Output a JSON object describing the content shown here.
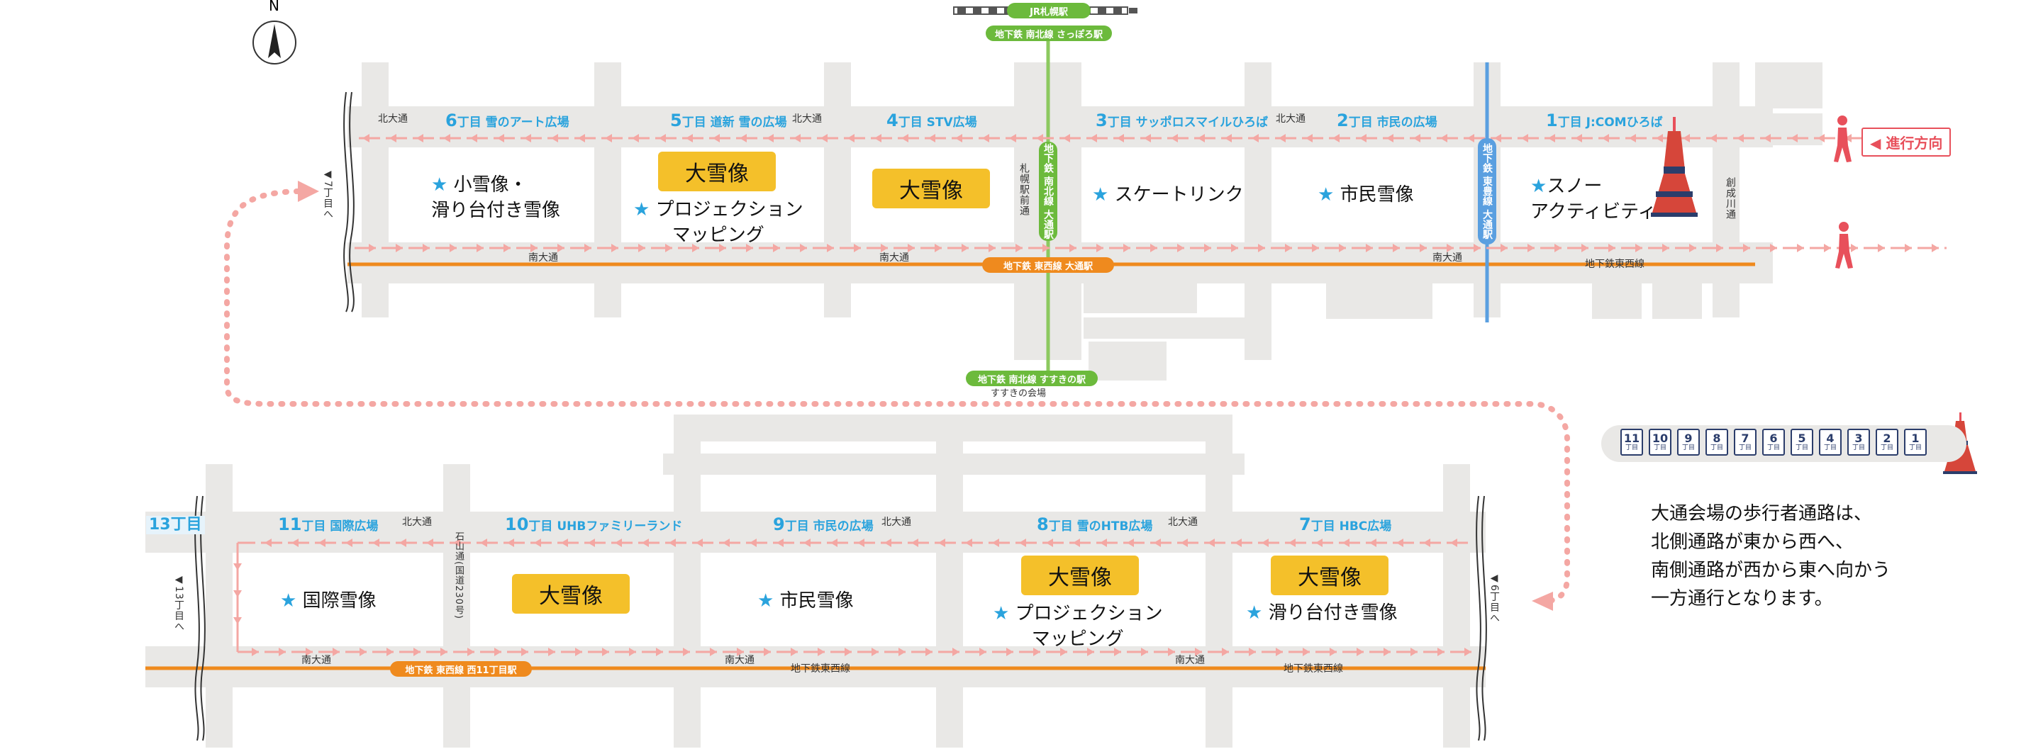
{
  "compass": {
    "label": "N"
  },
  "stations": {
    "jr_sapporo": "JR札幌駅",
    "namboku_sapporo": "地下鉄 南北線 さっぽろ駅",
    "namboku_odori": "地下鉄 南北線 大通駅",
    "tozai_odori": "地下鉄 東西線 大通駅",
    "toho_odori": "地下鉄 東豊線 大通駅",
    "namboku_susukino": "地下鉄 南北線 すすきの駅",
    "tozai_nishi11": "地下鉄 東西線 西11丁目駅"
  },
  "streets": {
    "kita_odori": "北大通",
    "minami_odori": "南大通",
    "tozai_line": "地下鉄東西線",
    "sapporo_ekimae": "札幌駅前通",
    "sosei_river": "創成川通",
    "ishiyama": "石山通(国道230号)",
    "to_7chome": "◀7丁目へ",
    "to_6chome": "◀6丁目へ",
    "to_13chome": "◀13丁目へ",
    "susukino_venue": "すすきの会場"
  },
  "blocks_top": [
    {
      "num": "6",
      "chome": "丁目",
      "name": "雪のアート広場"
    },
    {
      "num": "5",
      "chome": "丁目",
      "name": "道新 雪の広場"
    },
    {
      "num": "4",
      "chome": "丁目",
      "name": "STV広場"
    },
    {
      "num": "3",
      "chome": "丁目",
      "name": "サッポロスマイルひろば"
    },
    {
      "num": "2",
      "chome": "丁目",
      "name": "市民の広場"
    },
    {
      "num": "1",
      "chome": "丁目",
      "name": "J:COMひろば"
    }
  ],
  "blocks_bottom": [
    {
      "num": "11",
      "chome": "丁目",
      "name": "国際広場"
    },
    {
      "num": "10",
      "chome": "丁目",
      "name": "UHBファミリーランド"
    },
    {
      "num": "9",
      "chome": "丁目",
      "name": "市民の広場"
    },
    {
      "num": "8",
      "chome": "丁目",
      "name": "雪のHTB広場"
    },
    {
      "num": "7",
      "chome": "丁目",
      "name": "HBC広場"
    }
  ],
  "block13": "13丁目",
  "events_top": {
    "b6_line1": "小雪像・",
    "b6_line2": "滑り台付き雪像",
    "b5_badge": "大雪像",
    "b5_line1": "プロジェクション",
    "b5_line2": "マッピング",
    "b4_badge": "大雪像",
    "b3": "スケートリンク",
    "b2": "市民雪像",
    "b1_line1": "スノー",
    "b1_line2": "アクティビティ"
  },
  "events_bottom": {
    "b11": "国際雪像",
    "b10_badge": "大雪像",
    "b9": "市民雪像",
    "b8_badge": "大雪像",
    "b8_line1": "プロジェクション",
    "b8_line2": "マッピング",
    "b7_badge": "大雪像",
    "b7": "滑り台付き雪像"
  },
  "star": "★",
  "direction_tag": "進行方向",
  "legend": {
    "numbers": [
      "11",
      "10",
      "9",
      "8",
      "7",
      "6",
      "5",
      "4",
      "3",
      "2",
      "1"
    ],
    "chome": "丁目"
  },
  "notice": [
    "大通会場の歩行者通路は、",
    "北側通路が東から西へ、",
    "南側通路が西から東へ向かう",
    "一方通行となります。"
  ],
  "colors": {
    "road": "#e9e8e6",
    "arrow_path": "#f4a7a3",
    "pedestrian": "#e8505b",
    "tozai": "#ef8a1e",
    "namboku": "#6cba3c",
    "toho": "#5a9fe0",
    "label_blue": "#2aa3dd",
    "badge_yellow": "#f4c02a"
  }
}
